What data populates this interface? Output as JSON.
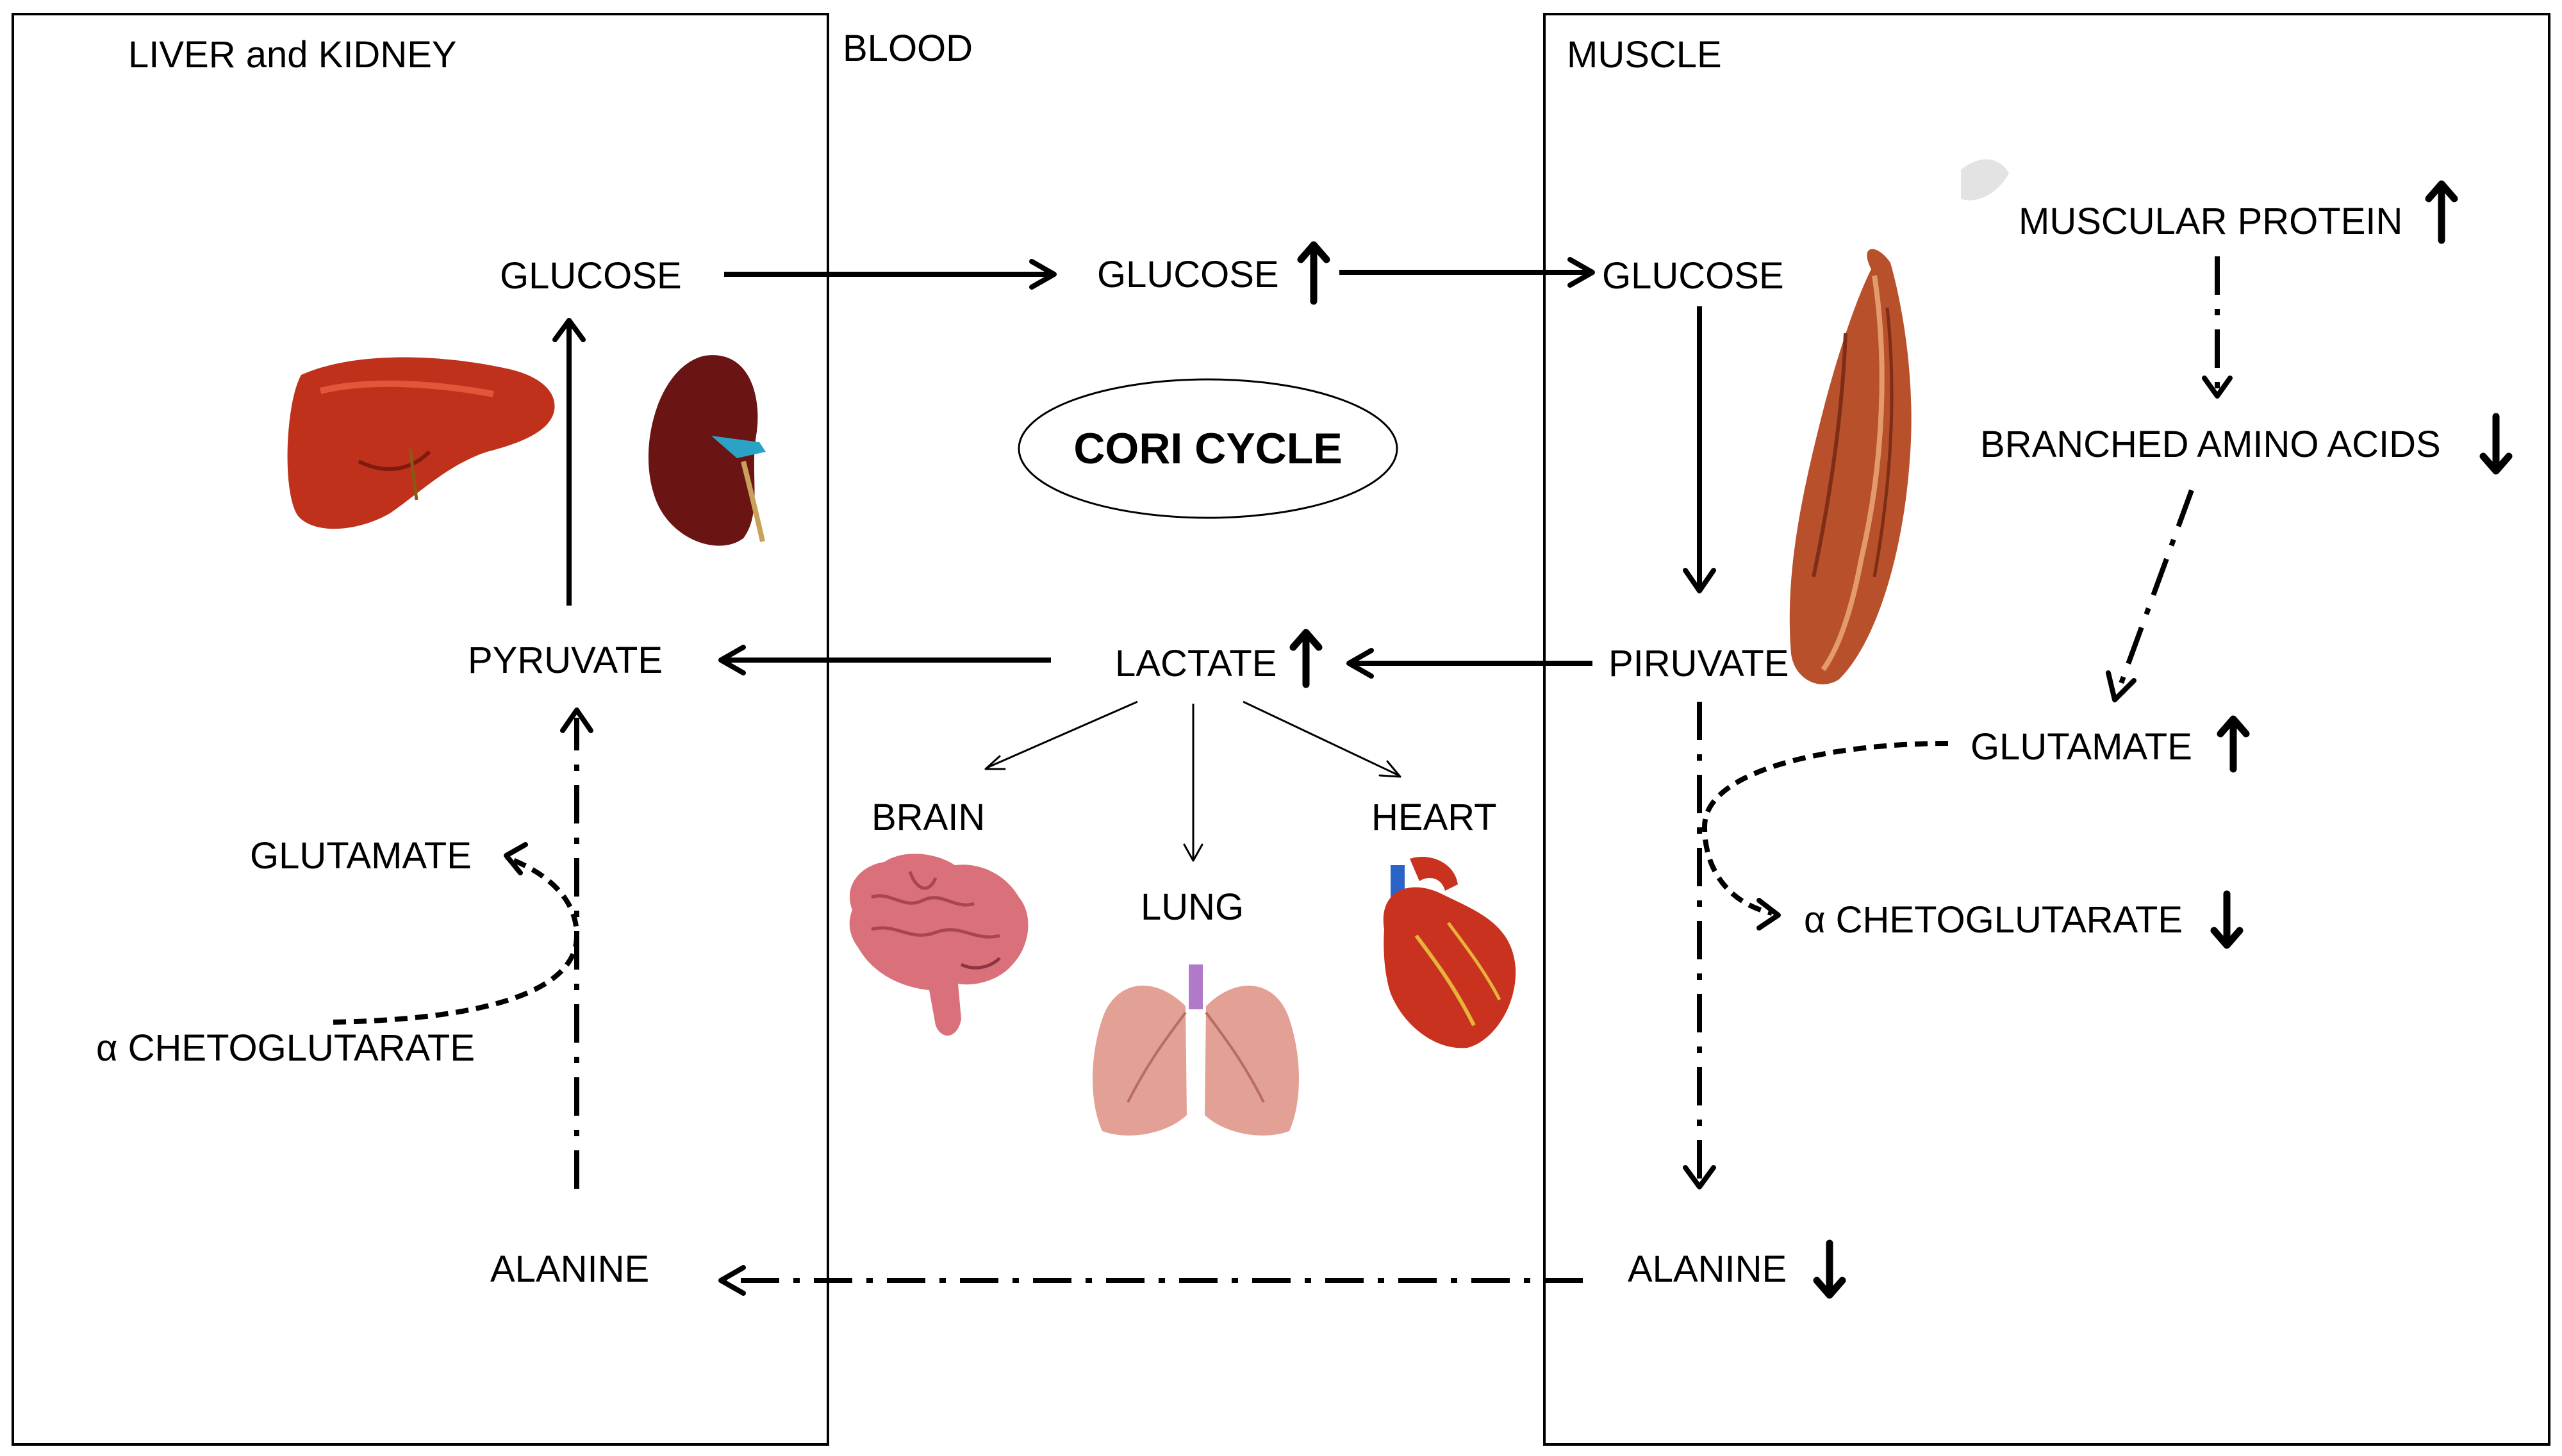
{
  "sections": {
    "liver": "LIVER and KIDNEY",
    "blood": "BLOOD",
    "muscle": "MUSCLE"
  },
  "liver_side": {
    "glucose": "GLUCOSE",
    "pyruvate": "PYRUVATE",
    "glutamate": "GLUTAMATE",
    "alpha_ketoglutarate": "α CHETOGLUTARATE",
    "alanine": "ALANINE"
  },
  "blood_side": {
    "glucose": "GLUCOSE",
    "cori_cycle": "CORI CYCLE",
    "lactate": "LACTATE",
    "brain": "BRAIN",
    "lung": "LUNG",
    "heart": "HEART"
  },
  "muscle_side": {
    "glucose": "GLUCOSE",
    "piruvate": "PIRUVATE",
    "alanine": "ALANINE",
    "muscular_protein": "MUSCULAR PROTEIN",
    "branched_amino_acids": "BRANCHED AMINO ACIDS",
    "glutamate": "GLUTAMATE",
    "alpha_ketoglutarate": "α CHETOGLUTARATE"
  },
  "trends": {
    "blood_glucose": "up",
    "blood_lactate": "up",
    "muscle_alanine": "down",
    "muscular_protein": "up",
    "branched_amino_acids": "down",
    "muscle_glutamate": "up",
    "muscle_alpha_ketoglutarate": "down"
  },
  "colors": {
    "liver": "#c0311c",
    "kidney": "#6b1414",
    "muscle": "#b8502c",
    "brain": "#d9707a",
    "lung": "#e3a095",
    "heart": "#c8321e",
    "vessel_blue": "#2b64c8"
  }
}
